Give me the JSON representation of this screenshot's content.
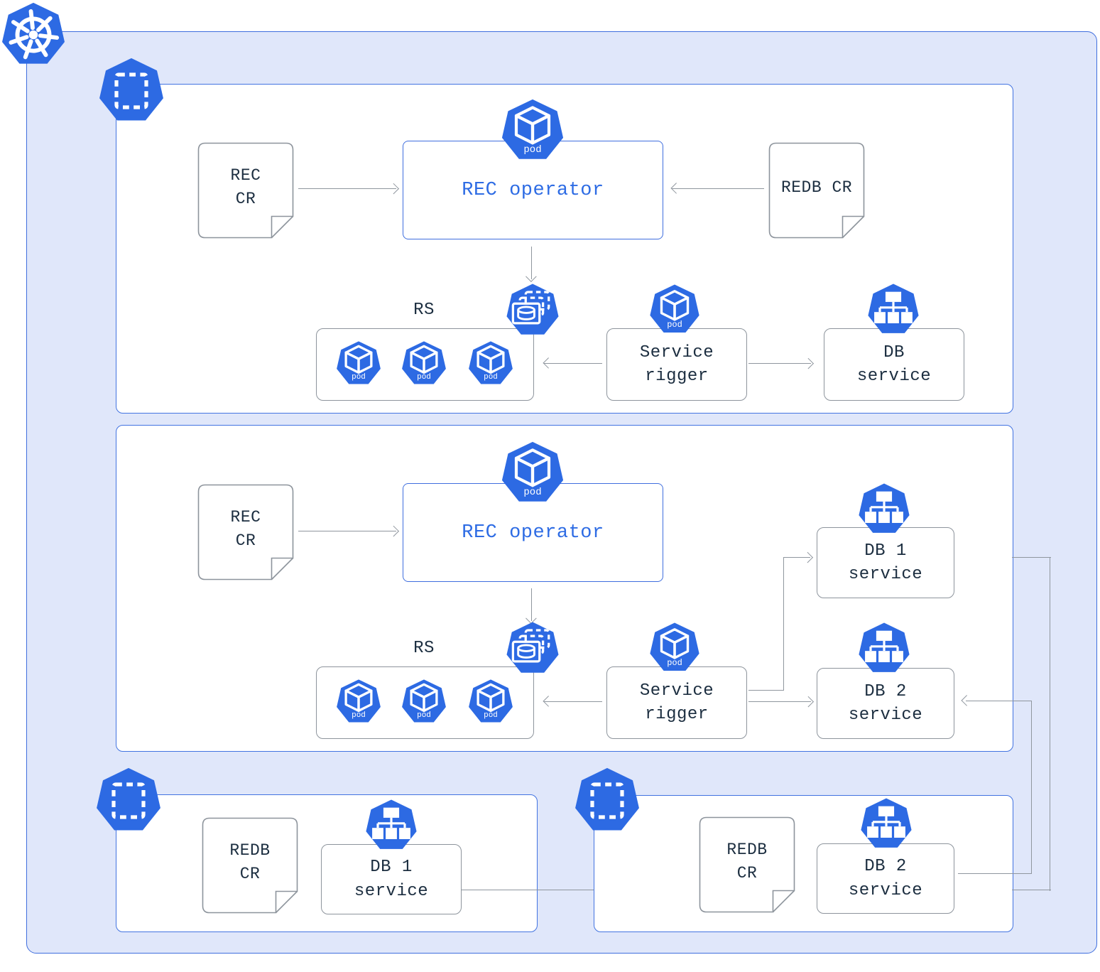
{
  "colors": {
    "icon_blue": "#2d6ae3",
    "cluster_background": "#e0e7fa",
    "cluster_border": "#3f6ede",
    "namespace_border": "#4273e1",
    "node_border_gray": "#8d949c",
    "connector_gray": "#8f969e",
    "text_dark": "#1c2e40",
    "text_blue": "#2e6ce4"
  },
  "icons": {
    "kubernetes_logo": "kubernetes-helm-wheel-icon",
    "namespace": "namespace-dashed-square-icon",
    "pod": "pod-cube-icon",
    "pod_label": "pod",
    "statefulset": "statefulset-cylinder-icon",
    "service": "service-tree-icon"
  },
  "cluster": {
    "namespace_a": {
      "rec_cr": {
        "line1": "REC",
        "line2": "CR"
      },
      "rec_operator": "REC operator",
      "redb_cr": "REDB CR",
      "rs_label": "RS",
      "service_rigger": {
        "line1": "Service",
        "line2": "rigger"
      },
      "db_service": {
        "line1": "DB",
        "line2": "service"
      }
    },
    "namespace_b": {
      "rec_cr": {
        "line1": "REC",
        "line2": "CR"
      },
      "rec_operator": "REC operator",
      "rs_label": "RS",
      "service_rigger": {
        "line1": "Service",
        "line2": "rigger"
      },
      "db1_service": {
        "line1": "DB 1",
        "line2": "service"
      },
      "db2_service": {
        "line1": "DB 2",
        "line2": "service"
      }
    },
    "namespace_c": {
      "redb_cr": {
        "line1": "REDB",
        "line2": "CR"
      },
      "db1_service": {
        "line1": "DB 1",
        "line2": "service"
      }
    },
    "namespace_d": {
      "redb_cr": {
        "line1": "REDB",
        "line2": "CR"
      },
      "db2_service": {
        "line1": "DB 2",
        "line2": "service"
      }
    }
  }
}
